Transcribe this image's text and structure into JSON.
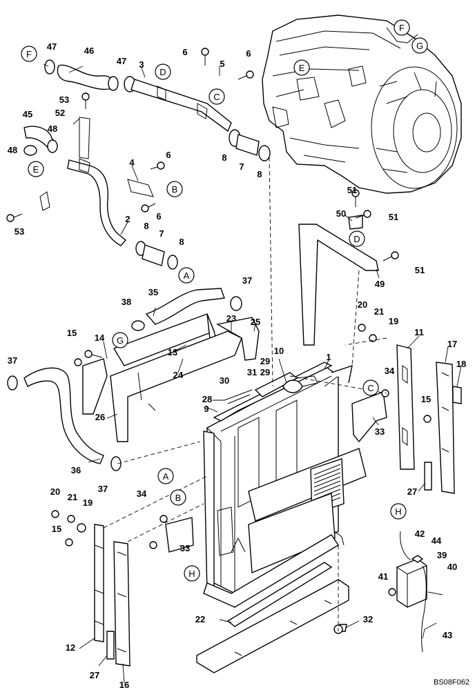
{
  "figure_code": "BS08F062",
  "callouts": [
    {
      "id": "c1",
      "text": "1"
    },
    {
      "id": "c2",
      "text": "2"
    },
    {
      "id": "c3",
      "text": "3"
    },
    {
      "id": "c4",
      "text": "4"
    },
    {
      "id": "c5",
      "text": "5"
    },
    {
      "id": "c6a",
      "text": "6"
    },
    {
      "id": "c6b",
      "text": "6"
    },
    {
      "id": "c6c",
      "text": "6"
    },
    {
      "id": "c6d",
      "text": "6"
    },
    {
      "id": "c7a",
      "text": "7"
    },
    {
      "id": "c7b",
      "text": "7"
    },
    {
      "id": "c8a",
      "text": "8"
    },
    {
      "id": "c8b",
      "text": "8"
    },
    {
      "id": "c8c",
      "text": "8"
    },
    {
      "id": "c8d",
      "text": "8"
    },
    {
      "id": "c9",
      "text": "9"
    },
    {
      "id": "c10",
      "text": "10"
    },
    {
      "id": "c11",
      "text": "11"
    },
    {
      "id": "c12",
      "text": "12"
    },
    {
      "id": "c13",
      "text": "13"
    },
    {
      "id": "c14",
      "text": "14"
    },
    {
      "id": "c15a",
      "text": "15"
    },
    {
      "id": "c15b",
      "text": "15"
    },
    {
      "id": "c15c",
      "text": "15"
    },
    {
      "id": "c16",
      "text": "16"
    },
    {
      "id": "c17",
      "text": "17"
    },
    {
      "id": "c18",
      "text": "18"
    },
    {
      "id": "c19a",
      "text": "19"
    },
    {
      "id": "c19b",
      "text": "19"
    },
    {
      "id": "c20a",
      "text": "20"
    },
    {
      "id": "c20b",
      "text": "20"
    },
    {
      "id": "c21a",
      "text": "21"
    },
    {
      "id": "c21b",
      "text": "21"
    },
    {
      "id": "c22",
      "text": "22"
    },
    {
      "id": "c23",
      "text": "23"
    },
    {
      "id": "c24",
      "text": "24"
    },
    {
      "id": "c25",
      "text": "25"
    },
    {
      "id": "c26",
      "text": "26"
    },
    {
      "id": "c27a",
      "text": "27"
    },
    {
      "id": "c27b",
      "text": "27"
    },
    {
      "id": "c28",
      "text": "28"
    },
    {
      "id": "c29a",
      "text": "29"
    },
    {
      "id": "c29b",
      "text": "29"
    },
    {
      "id": "c30",
      "text": "30"
    },
    {
      "id": "c31",
      "text": "31"
    },
    {
      "id": "c32",
      "text": "32"
    },
    {
      "id": "c33a",
      "text": "33"
    },
    {
      "id": "c33b",
      "text": "33"
    },
    {
      "id": "c34a",
      "text": "34"
    },
    {
      "id": "c34b",
      "text": "34"
    },
    {
      "id": "c35",
      "text": "35"
    },
    {
      "id": "c36",
      "text": "36"
    },
    {
      "id": "c37a",
      "text": "37"
    },
    {
      "id": "c37b",
      "text": "37"
    },
    {
      "id": "c37c",
      "text": "37"
    },
    {
      "id": "c38",
      "text": "38"
    },
    {
      "id": "c39",
      "text": "39"
    },
    {
      "id": "c40",
      "text": "40"
    },
    {
      "id": "c41",
      "text": "41"
    },
    {
      "id": "c42",
      "text": "42"
    },
    {
      "id": "c43",
      "text": "43"
    },
    {
      "id": "c44",
      "text": "44"
    },
    {
      "id": "c45",
      "text": "45"
    },
    {
      "id": "c46",
      "text": "46"
    },
    {
      "id": "c47a",
      "text": "47"
    },
    {
      "id": "c47b",
      "text": "47"
    },
    {
      "id": "c48a",
      "text": "48"
    },
    {
      "id": "c48b",
      "text": "48"
    },
    {
      "id": "c49",
      "text": "49"
    },
    {
      "id": "c50",
      "text": "50"
    },
    {
      "id": "c51a",
      "text": "51"
    },
    {
      "id": "c51b",
      "text": "51"
    },
    {
      "id": "c51c",
      "text": "51"
    },
    {
      "id": "c52",
      "text": "52"
    },
    {
      "id": "c53a",
      "text": "53"
    },
    {
      "id": "c53b",
      "text": "53"
    }
  ],
  "references": [
    {
      "id": "rF1",
      "text": "F"
    },
    {
      "id": "rF2",
      "text": "F"
    },
    {
      "id": "rG1",
      "text": "G"
    },
    {
      "id": "rG2",
      "text": "G"
    },
    {
      "id": "rE1",
      "text": "E"
    },
    {
      "id": "rE2",
      "text": "E"
    },
    {
      "id": "rD1",
      "text": "D"
    },
    {
      "id": "rD2",
      "text": "D"
    },
    {
      "id": "rC1",
      "text": "C"
    },
    {
      "id": "rC2",
      "text": "C"
    },
    {
      "id": "rB1",
      "text": "B"
    },
    {
      "id": "rB2",
      "text": "B"
    },
    {
      "id": "rA1",
      "text": "A"
    },
    {
      "id": "rA2",
      "text": "A"
    },
    {
      "id": "rH1",
      "text": "H"
    },
    {
      "id": "rH2",
      "text": "H"
    }
  ]
}
